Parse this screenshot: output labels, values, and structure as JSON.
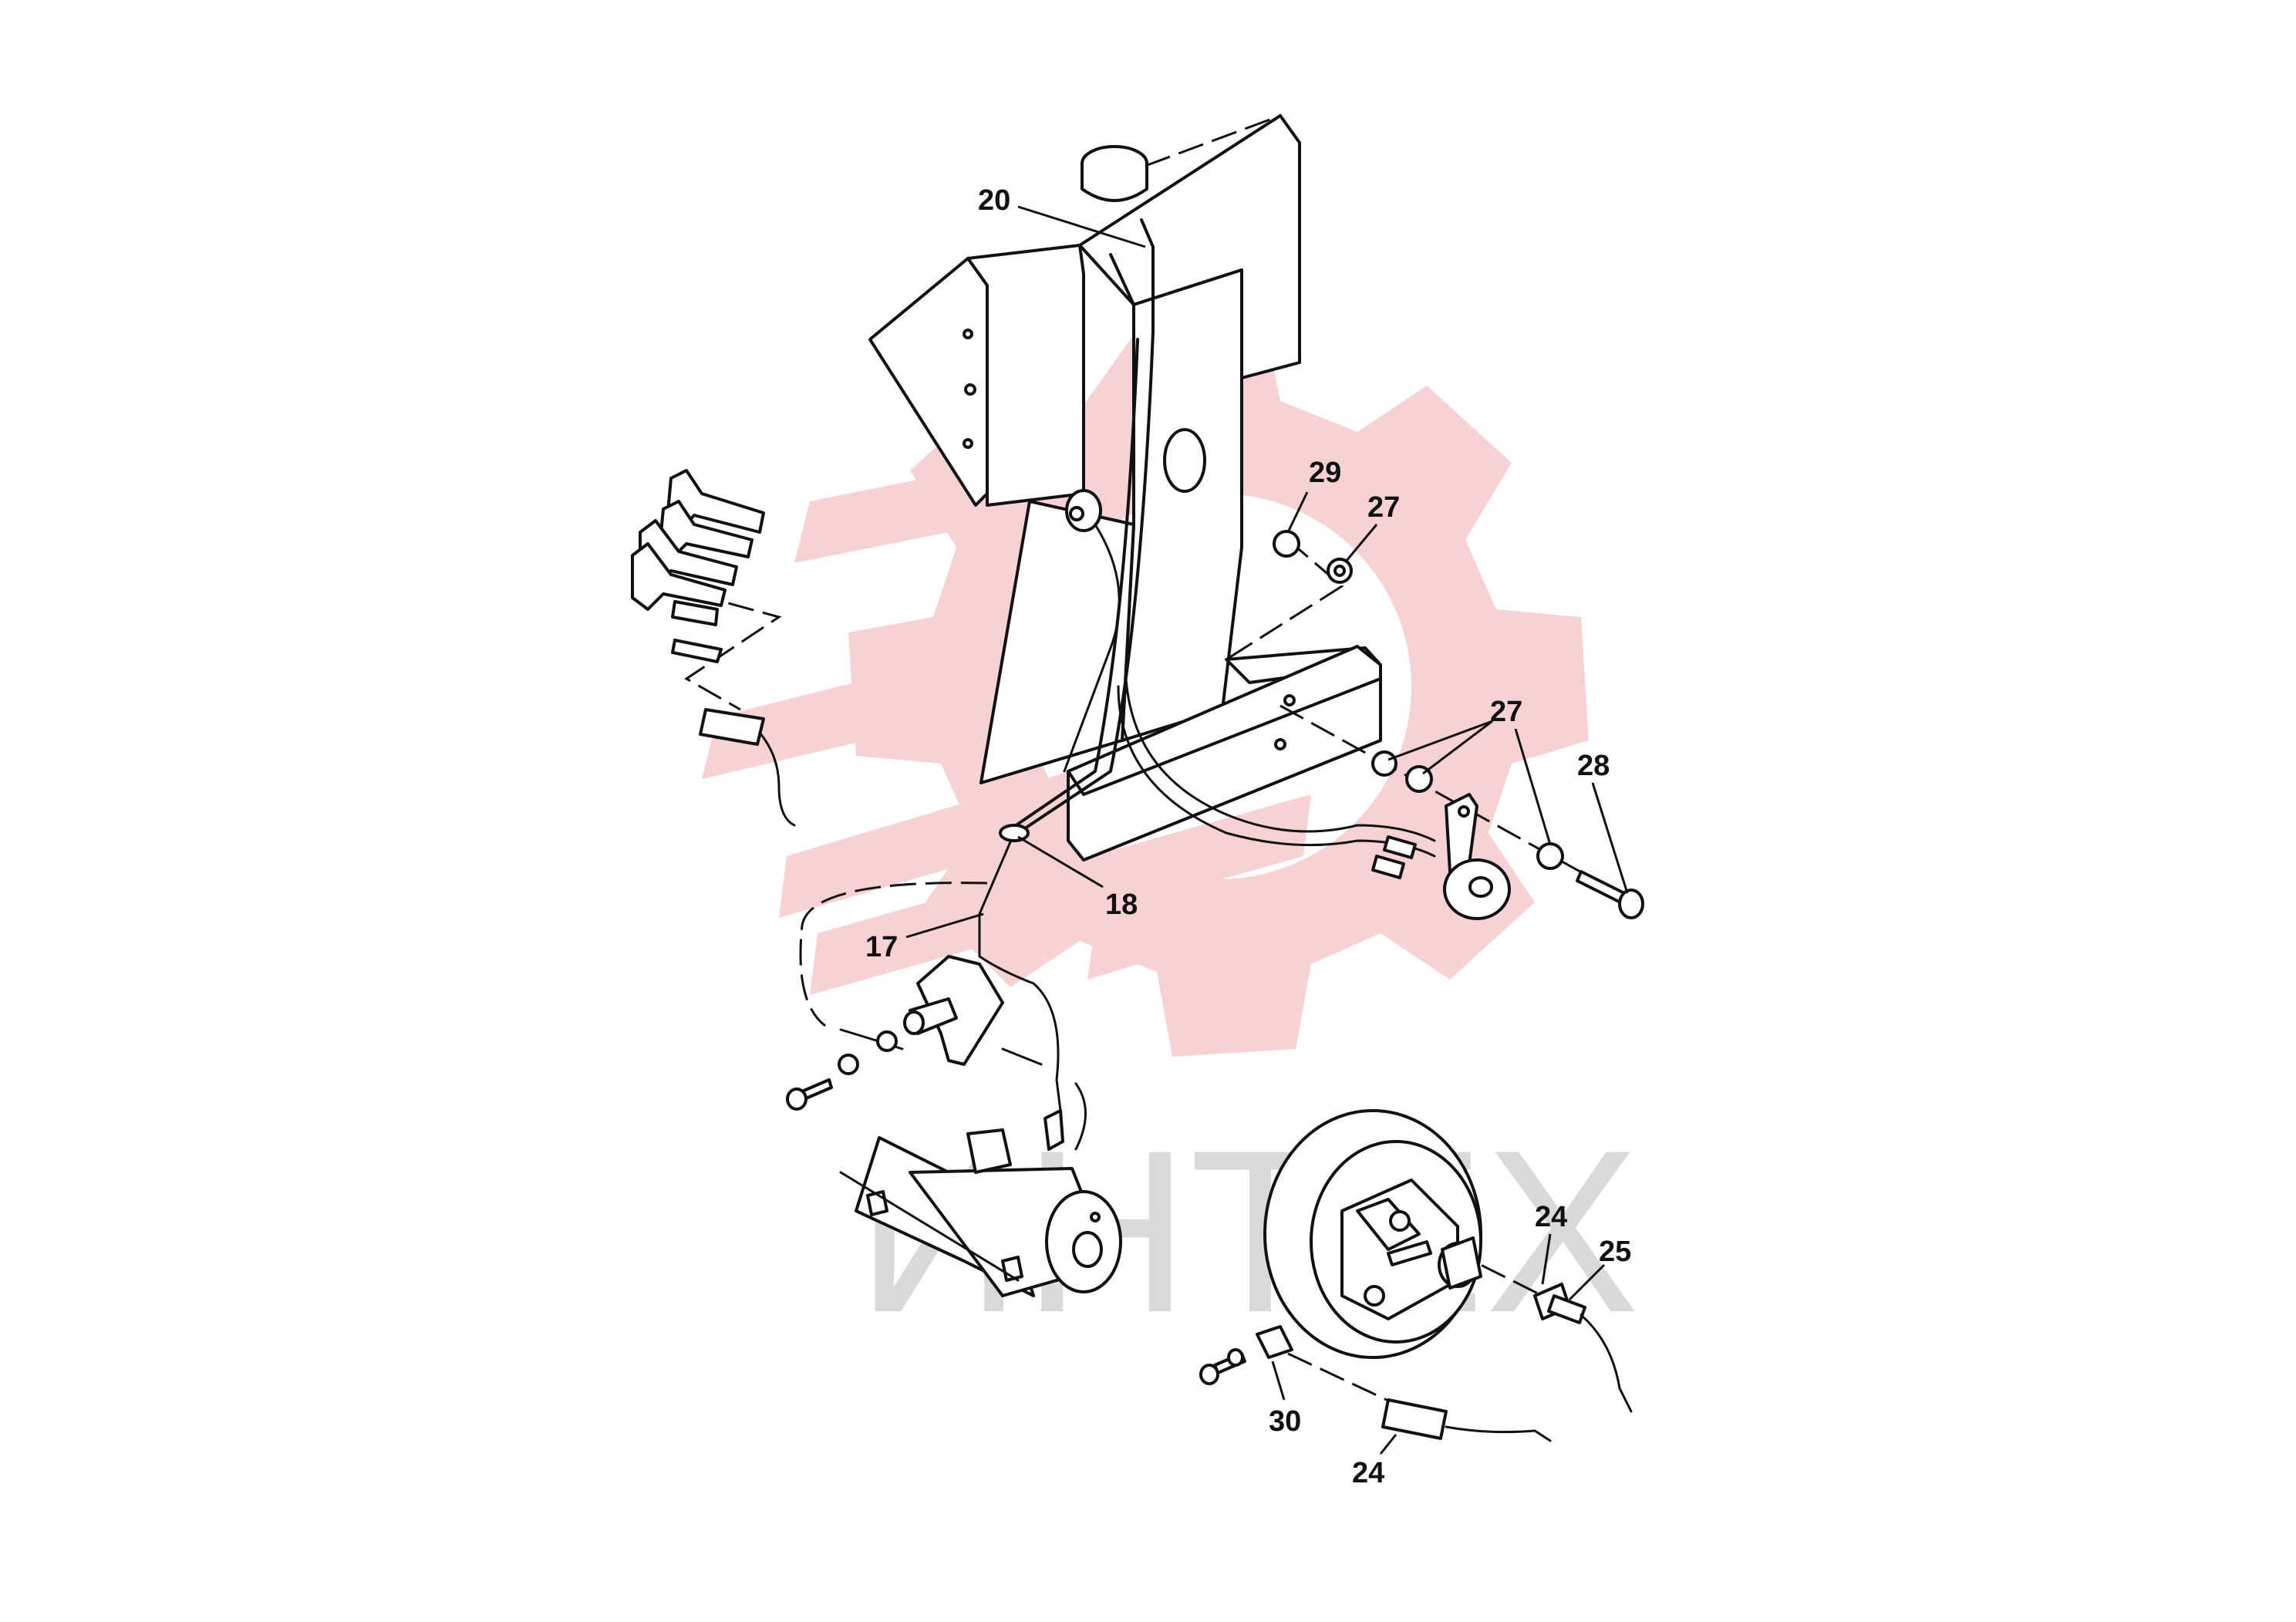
{
  "watermark": {
    "text": "ИНТЕХ",
    "gear_color": "#f7c9cc",
    "text_color": "#d9d9d9"
  },
  "callouts": [
    {
      "id": "c20",
      "label": "20"
    },
    {
      "id": "c29",
      "label": "29"
    },
    {
      "id": "c27a",
      "label": "27"
    },
    {
      "id": "c27b",
      "label": "27"
    },
    {
      "id": "c28",
      "label": "28"
    },
    {
      "id": "c18",
      "label": "18"
    },
    {
      "id": "c17",
      "label": "17"
    },
    {
      "id": "c24a",
      "label": "24"
    },
    {
      "id": "c25",
      "label": "25"
    },
    {
      "id": "c30",
      "label": "30"
    },
    {
      "id": "c24b",
      "label": "24"
    }
  ]
}
